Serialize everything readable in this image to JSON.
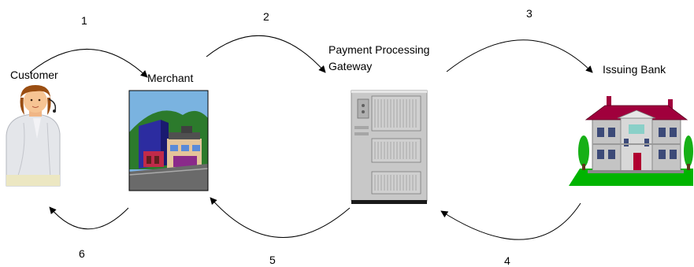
{
  "nodes": {
    "customer": {
      "label": "Customer",
      "icon": "customer-person-icon"
    },
    "merchant": {
      "label": "Merchant",
      "icon": "storefront-icon"
    },
    "gateway": {
      "label_line1": "Payment Processing",
      "label_line2": "Gateway",
      "icon": "server-icon"
    },
    "bank": {
      "label": "Issuing Bank",
      "icon": "bank-building-icon"
    }
  },
  "steps": [
    {
      "number": "1",
      "from": "customer",
      "to": "merchant"
    },
    {
      "number": "2",
      "from": "merchant",
      "to": "gateway"
    },
    {
      "number": "3",
      "from": "gateway",
      "to": "bank"
    },
    {
      "number": "4",
      "from": "bank",
      "to": "gateway"
    },
    {
      "number": "5",
      "from": "gateway",
      "to": "merchant"
    },
    {
      "number": "6",
      "from": "merchant",
      "to": "customer"
    }
  ],
  "colors": {
    "arrow": "#000000",
    "bank_roof": "#a0003c",
    "lawn": "#00b400",
    "server": "#c8c8c8"
  }
}
